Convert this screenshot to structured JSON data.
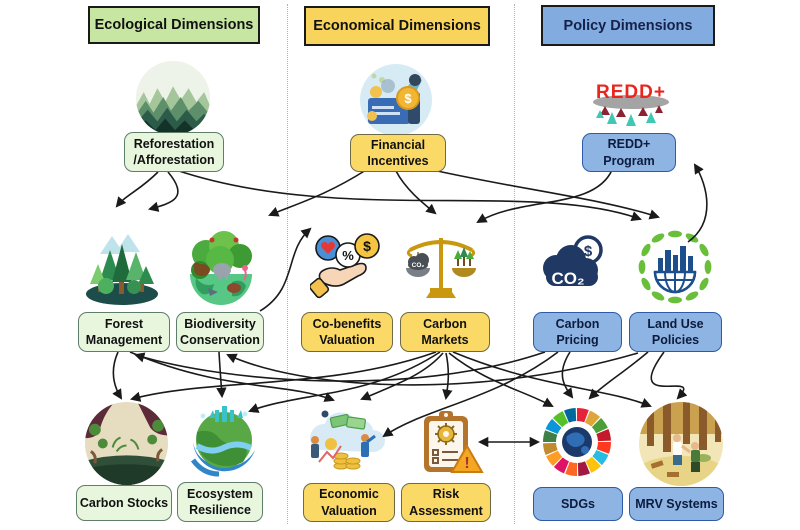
{
  "headers": {
    "ecological": "Ecological Dimensions",
    "economical": "Economical Dimensions",
    "policy": "Policy Dimensions"
  },
  "nodes": {
    "reforestation": {
      "line1": "Reforestation",
      "line2": "/Afforestation"
    },
    "financial_incentives": {
      "line1": "Financial",
      "line2": "Incentives"
    },
    "redd_program": {
      "line1": "REDD+",
      "line2": "Program"
    },
    "forest_management": {
      "line1": "Forest",
      "line2": "Management"
    },
    "biodiversity_conservation": {
      "line1": "Biodiversity",
      "line2": "Conservation"
    },
    "cobenefits_valuation": {
      "line1": "Co-benefits",
      "line2": "Valuation"
    },
    "carbon_markets": {
      "line1": "Carbon",
      "line2": "Markets"
    },
    "carbon_pricing": {
      "line1": "Carbon",
      "line2": "Pricing"
    },
    "land_use_policies": {
      "line1": "Land Use",
      "line2": "Policies"
    },
    "carbon_stocks": {
      "line1": "Carbon Stocks"
    },
    "ecosystem_resilience": {
      "line1": "Ecosystem",
      "line2": "Resilience"
    },
    "economic_valuation": {
      "line1": "Economic",
      "line2": "Valuation"
    },
    "risk_assessment": {
      "line1": "Risk",
      "line2": "Assessment"
    },
    "sdgs": {
      "line1": "SDGs"
    },
    "mrv_systems": {
      "line1": "MRV Systems"
    }
  },
  "icons": {
    "redd_text": "REDD+",
    "co2_text": "CO₂",
    "co2_small_text": "CO₂",
    "dollar": "$",
    "percent": "%",
    "warning": "!",
    "sdg_colors": [
      "#e5243b",
      "#dda63a",
      "#4c9f38",
      "#c5192d",
      "#ff3a21",
      "#26bde2",
      "#fcc30b",
      "#a21942",
      "#fd6925",
      "#dd1367",
      "#fd9d24",
      "#bf8b2e",
      "#3f7e44",
      "#0a97d9",
      "#56c02b",
      "#00689d"
    ]
  },
  "colors": {
    "ecological_header_bg": "#c7e6a2",
    "ecological_box_bg": "#e8f6de",
    "ecological_box_border": "#5f7d6b",
    "economical_header_bg": "#f8d45c",
    "economical_box_bg": "#fbd966",
    "economical_box_border": "#6e6a45",
    "policy_header_bg": "#82abdf",
    "policy_box_bg": "#8db4e2",
    "policy_box_border": "#2e5aa8",
    "arrow": "#1a1a1a",
    "redd_logo_red": "#e8251f"
  },
  "edges": [
    {
      "from": "reforestation",
      "to": "forest_management"
    },
    {
      "from": "reforestation",
      "to": "biodiversity_conservation"
    },
    {
      "from": "reforestation",
      "to": "land_use_policies"
    },
    {
      "from": "financial_incentives",
      "to": "cobenefits_valuation"
    },
    {
      "from": "financial_incentives",
      "to": "carbon_markets"
    },
    {
      "from": "financial_incentives",
      "to": "land_use_policies"
    },
    {
      "from": "redd_program",
      "to": "carbon_markets"
    },
    {
      "from": "biodiversity_conservation",
      "to": "cobenefits_valuation"
    },
    {
      "from": "land_use_policies",
      "to": "redd_program"
    },
    {
      "from": "carbon_markets",
      "to": "carbon_stocks"
    },
    {
      "from": "carbon_markets",
      "to": "ecosystem_resilience"
    },
    {
      "from": "carbon_markets",
      "to": "economic_valuation"
    },
    {
      "from": "carbon_markets",
      "to": "risk_assessment"
    },
    {
      "from": "carbon_markets",
      "to": "sdgs"
    },
    {
      "from": "carbon_markets",
      "to": "mrv_systems"
    },
    {
      "from": "forest_management",
      "to": "carbon_stocks"
    },
    {
      "from": "forest_management",
      "to": "economic_valuation"
    },
    {
      "from": "biodiversity_conservation",
      "to": "ecosystem_resilience"
    },
    {
      "from": "carbon_pricing",
      "to": "sdgs"
    },
    {
      "from": "carbon_pricing",
      "to": "economic_valuation"
    },
    {
      "from": "carbon_pricing",
      "to": "forest_management"
    },
    {
      "from": "land_use_policies",
      "to": "biodiversity_conservation"
    },
    {
      "from": "land_use_policies",
      "to": "sdgs"
    },
    {
      "from": "land_use_policies",
      "to": "mrv_systems"
    },
    {
      "from": "risk_assessment",
      "to": "sdgs",
      "bidirectional": true
    }
  ]
}
